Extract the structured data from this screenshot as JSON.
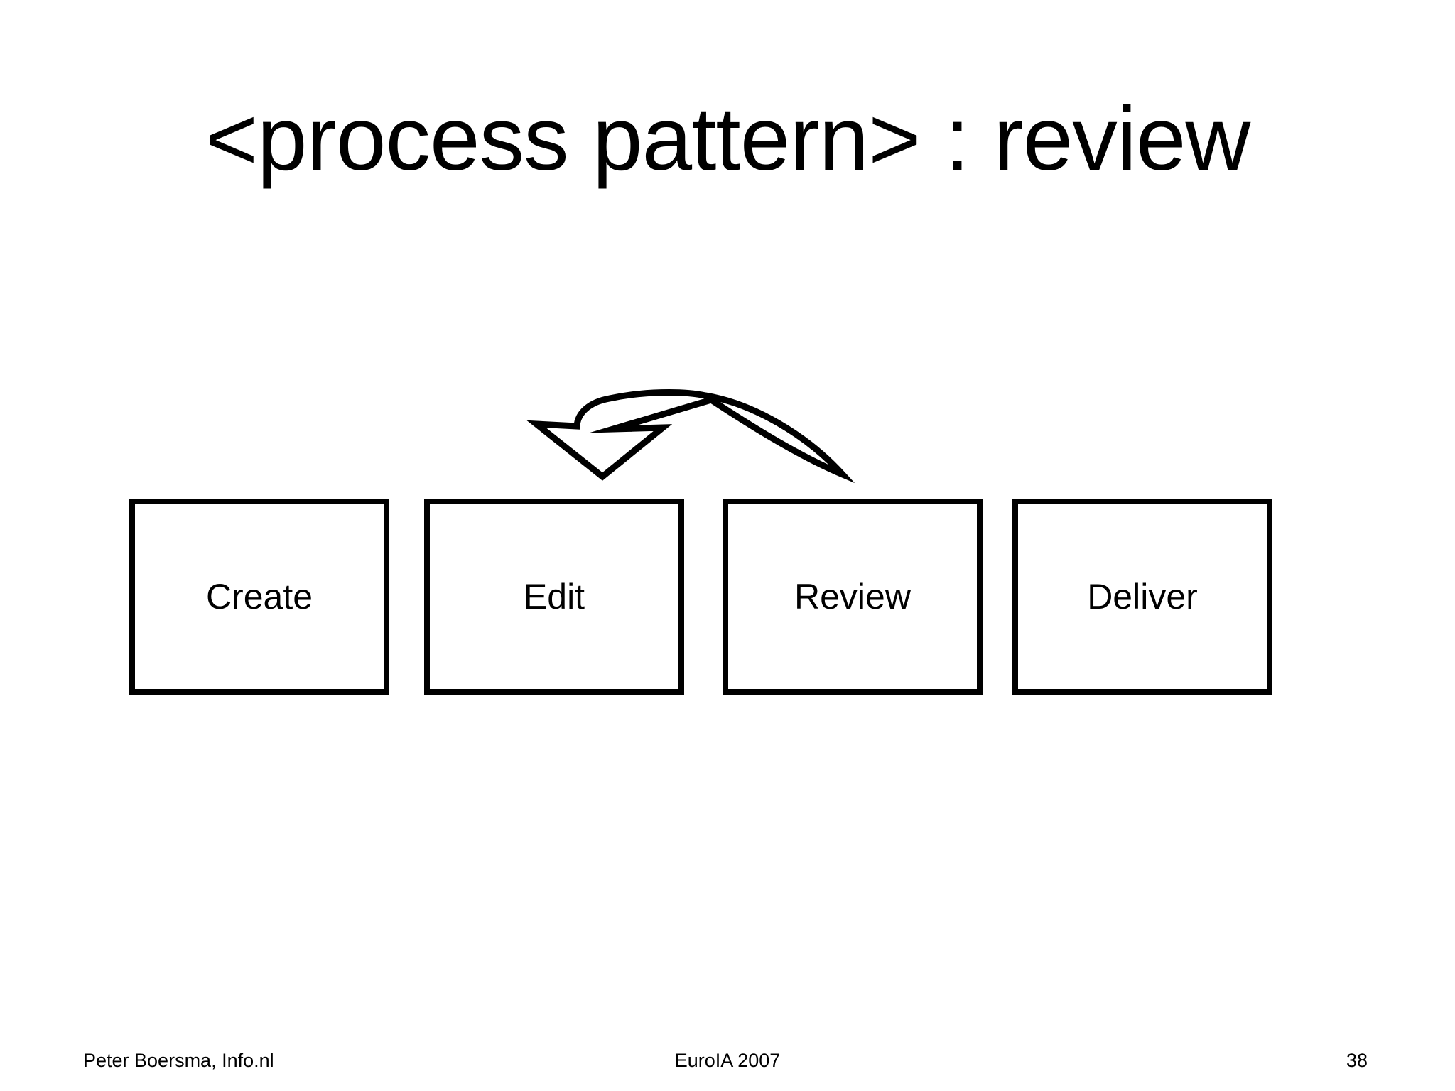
{
  "slide": {
    "title": "<process pattern> : review",
    "diagram": {
      "steps": [
        {
          "label": "Create"
        },
        {
          "label": "Edit"
        },
        {
          "label": "Review"
        },
        {
          "label": "Deliver"
        }
      ],
      "feedback_arrow": {
        "icon": "curved-feedback-arrow-icon",
        "from": "Review",
        "to": "Edit"
      }
    },
    "footer": {
      "author": "Peter Boersma, Info.nl",
      "event": "EuroIA 2007",
      "page_number": "38"
    },
    "colors": {
      "background": "#ffffff",
      "ink": "#000000"
    }
  }
}
